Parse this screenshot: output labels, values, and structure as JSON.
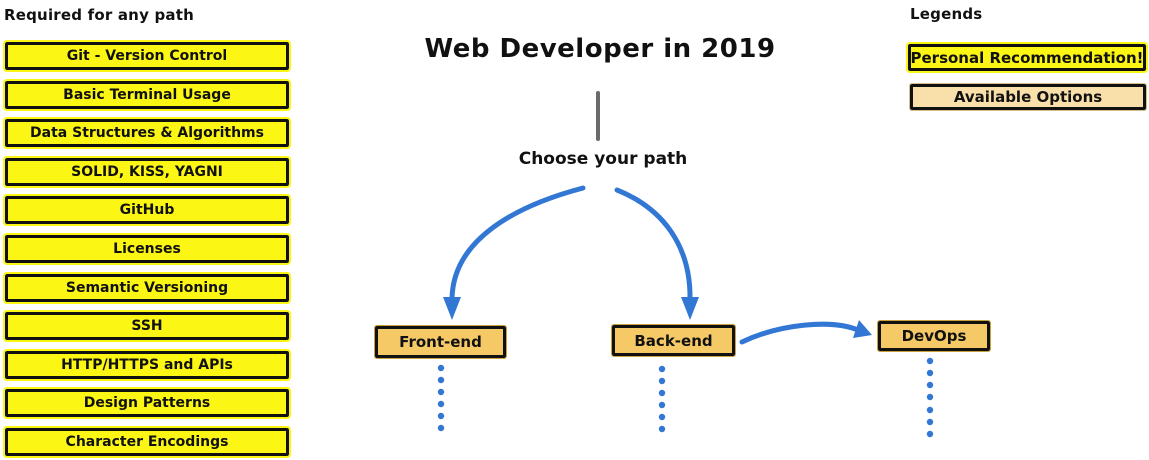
{
  "left_panel": {
    "header": "Required for any path",
    "items": [
      "Git - Version Control",
      "Basic Terminal Usage",
      "Data Structures & Algorithms",
      "SOLID, KISS, YAGNI",
      "GitHub",
      "Licenses",
      "Semantic Versioning",
      "SSH",
      "HTTP/HTTPS and APIs",
      "Design Patterns",
      "Character Encodings"
    ]
  },
  "center": {
    "title": "Web Developer in 2019",
    "subtitle": "Choose your path",
    "paths": [
      {
        "label": "Front-end"
      },
      {
        "label": "Back-end"
      },
      {
        "label": "DevOps"
      }
    ]
  },
  "legend": {
    "header": "Legends",
    "items": [
      {
        "label": "Personal Recommendation!",
        "type": "recommendation"
      },
      {
        "label": "Available Options",
        "type": "option"
      }
    ]
  },
  "colors": {
    "yellow": "#FBF614",
    "amber": "#F6C967",
    "pale": "#F9DFA9",
    "blue": "#3377D4",
    "gray": "#6B6B6B",
    "border": "#111111"
  }
}
